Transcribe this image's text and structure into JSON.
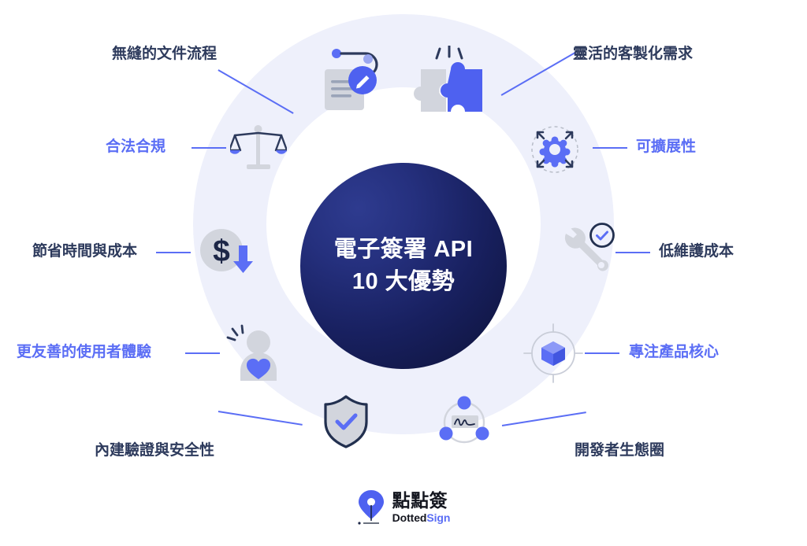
{
  "center": {
    "line1": "電子簽署 API",
    "line2": "10 大優勢"
  },
  "colors": {
    "navy_text": "#2d3a5c",
    "blue_text": "#5b6ef5",
    "ring_bg": "#eef0fb",
    "core_dark": "#0d1238",
    "accent_blue": "#5b6ef5",
    "icon_gray": "#d2d5dd",
    "page_bg": "#ffffff"
  },
  "features": [
    {
      "id": "seamless-document-flow",
      "label": "無縫的文件流程",
      "color": "navy",
      "icon": "document-pencil-icon"
    },
    {
      "id": "flexible-customization",
      "label": "靈活的客製化需求",
      "color": "navy",
      "icon": "puzzle-pieces-icon"
    },
    {
      "id": "legal-compliance",
      "label": "合法合規",
      "color": "blue",
      "icon": "scales-of-justice-icon"
    },
    {
      "id": "scalability",
      "label": "可擴展性",
      "color": "blue",
      "icon": "gear-expand-icon"
    },
    {
      "id": "save-time-and-cost",
      "label": "節省時間與成本",
      "color": "navy",
      "icon": "dollar-down-arrow-icon"
    },
    {
      "id": "low-maintenance-cost",
      "label": "低維護成本",
      "color": "navy",
      "icon": "wrench-check-icon"
    },
    {
      "id": "better-user-experience",
      "label": "更友善的使用者體驗",
      "color": "blue",
      "icon": "user-heart-icon"
    },
    {
      "id": "focus-on-product-core",
      "label": "專注產品核心",
      "color": "blue",
      "icon": "cube-target-icon"
    },
    {
      "id": "built-in-verification-security",
      "label": "內建驗證與安全性",
      "color": "navy",
      "icon": "shield-check-icon"
    },
    {
      "id": "developer-ecosystem",
      "label": "開發者生態圈",
      "color": "navy",
      "icon": "signature-nodes-icon"
    }
  ],
  "logo": {
    "name_cn": "點點簽",
    "name_en_primary": "Dotted",
    "name_en_secondary": "Sign",
    "icon": "pen-nib-icon"
  }
}
